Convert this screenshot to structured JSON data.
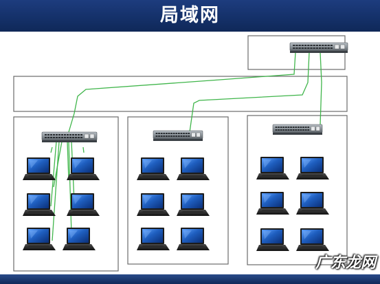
{
  "header": {
    "title": "局域网"
  },
  "watermark": {
    "text": "广东龙网"
  },
  "colors": {
    "header_bg": "#143068",
    "cable": "#3fb54a",
    "box_border": "#6a6a6a",
    "laptop_screen": "#1f5fc0",
    "switch_body": "#8f969c"
  },
  "diagram": {
    "core_switch": {
      "icon": "network-switch-icon"
    },
    "groups": [
      {
        "name": "group-1",
        "switch_icon": "network-switch-icon",
        "laptop_count": 6
      },
      {
        "name": "group-2",
        "switch_icon": "network-switch-icon",
        "laptop_count": 6
      },
      {
        "name": "group-3",
        "switch_icon": "network-switch-icon",
        "laptop_count": 6
      }
    ],
    "laptop_icon": "laptop-icon"
  }
}
